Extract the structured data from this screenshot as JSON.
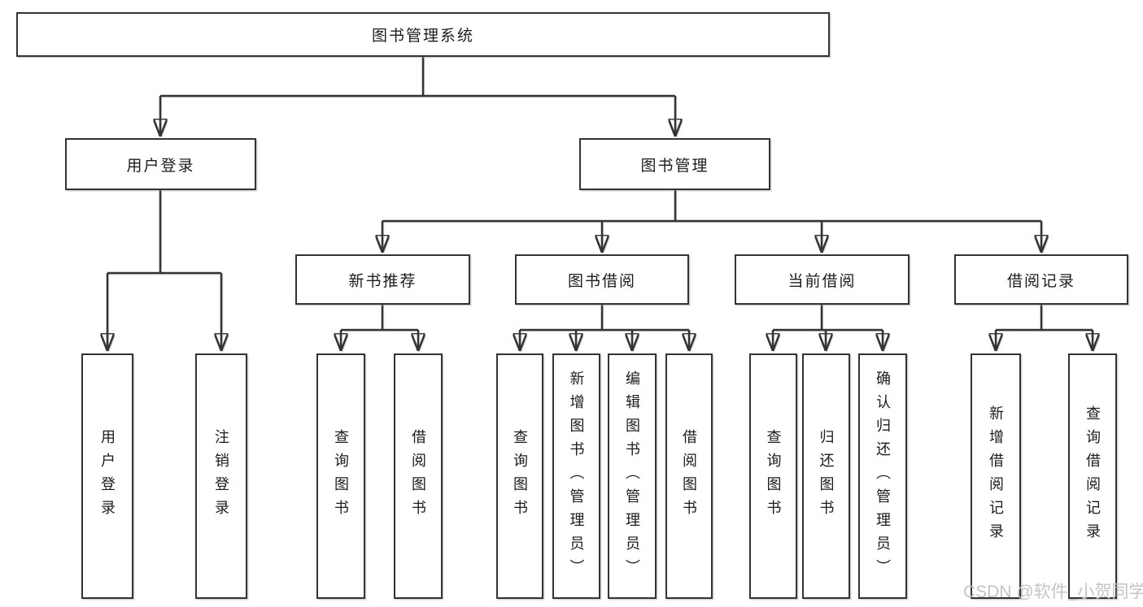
{
  "diagram": {
    "root": "图书管理系统",
    "user_login": {
      "label": "用户登录",
      "leaves": [
        "用户登录",
        "注销登录"
      ]
    },
    "book_mgmt": {
      "label": "图书管理",
      "sections": [
        {
          "label": "新书推荐",
          "leaves": [
            "查询图书",
            "借阅图书"
          ]
        },
        {
          "label": "图书借阅",
          "leaves": [
            "查询图书",
            "新增图书（管理员）",
            "编辑图书（管理员）",
            "借阅图书"
          ]
        },
        {
          "label": "当前借阅",
          "leaves": [
            "查询图书",
            "归还图书",
            "确认归还（管理员）"
          ]
        },
        {
          "label": "借阅记录",
          "leaves": [
            "新增借阅记录",
            "查询借阅记录"
          ]
        }
      ]
    },
    "watermark": "CSDN @软件_小贺同学",
    "colors": {
      "line": "#333333",
      "box_border": "#333333",
      "text": "#1c1c1c",
      "watermark": "#c4c4c4",
      "background": "#ffffff"
    }
  }
}
